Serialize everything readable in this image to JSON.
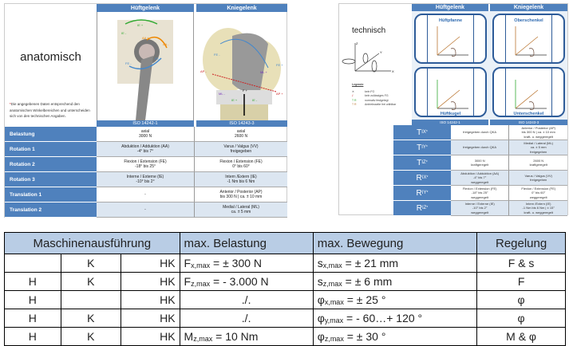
{
  "anatomic": {
    "title": "anatomisch",
    "note_star": "*",
    "note": "Die angegebenen Daten entsprechend den anatomischen Winkelbereichen und unterscheiden sich von den technischen Angaben.",
    "headers": [
      "Hüftgelenk",
      "Kniegelenk"
    ],
    "iso": [
      "ISO 14242-1",
      "ISO 14243-3"
    ],
    "hip_labels": [
      "IE +",
      "IE -",
      "AA +",
      "AA -",
      "FE +",
      "FE -"
    ],
    "knee_labels": [
      "FE -",
      "FE +",
      "AP -",
      "AP +",
      "ML +",
      "ML -",
      "F +",
      "IE +",
      "IE -"
    ],
    "rows": [
      {
        "label": "Belastung",
        "hip": [
          "axial",
          "3000 N"
        ],
        "knee": [
          "axial",
          "2600 N"
        ]
      },
      {
        "label": "Rotation 1",
        "hip": [
          "Abduktion / Adduktion (AA)",
          "-4° bis 7°"
        ],
        "knee": [
          "Varus / Valgus (VV)",
          "freigegeben"
        ]
      },
      {
        "label": "Rotation 2",
        "hip": [
          "Flexion / Extension (FE)",
          "-18° bis 25°"
        ],
        "knee": [
          "Flexion / Extension (FE)",
          "0° bis 60°"
        ]
      },
      {
        "label": "Rotation 3",
        "hip": [
          "Interne / Externe (IE)",
          "-10° bis 2°"
        ],
        "knee": [
          "Intern /Extern (IE)",
          "-1 Nm bis 6 Nm"
        ]
      },
      {
        "label": "Translation 1",
        "hip": [
          "-"
        ],
        "knee": [
          "Anterior / Posterior (AP)",
          "bis 300 N | ca. ± 10 mm"
        ]
      },
      {
        "label": "Translation 2",
        "hip": [
          "-"
        ],
        "knee": [
          "Medial / Lateral (ML)",
          "ca. ± 5 mm"
        ]
      }
    ]
  },
  "technical": {
    "title": "technisch",
    "axes": [
      "Z",
      "Y",
      "X"
    ],
    "legend_title": "Legende",
    "legend": [
      "kein FG",
      "kein zulässiges FG",
      "normativ festgelegt",
      "Antriebsseite frei wählbar"
    ],
    "headers": [
      "Hüftgelenk",
      "Kniegelenk"
    ],
    "diagrams": [
      "Hüftpfanne",
      "Hüftkugel",
      "Oberschenkel",
      "Unterschenkel"
    ],
    "iso": [
      "ISO 14242-1",
      "ISO 14243-3"
    ],
    "rows": [
      {
        "label": "T",
        "sub": "IX",
        "hip": [
          "freigegeben durch QKA"
        ],
        "knee": [
          "Anterior / Posterior (AP)",
          "bis 300 N | ca. ± 10 mm",
          "kraft- u. weggeregelt"
        ]
      },
      {
        "label": "T",
        "sub": "IY",
        "hip": [
          "freigegeben durch QKA"
        ],
        "knee": [
          "Medial / Lateral (ML)",
          "ca. ± 5 mm",
          "freigegeben"
        ]
      },
      {
        "label": "T",
        "sub": "IZ",
        "hip": [
          "3000 N",
          "kraftgeregelt"
        ],
        "knee": [
          "2600 N",
          "kraftgeregelt"
        ]
      },
      {
        "label": "R",
        "sub": "IX",
        "hip": [
          "Abduktion / Adduktion (AA)",
          "-4° bis 7°",
          "weggeregelt"
        ],
        "knee": [
          "Varus / Valgus (VV)",
          "freigegeben"
        ]
      },
      {
        "label": "R",
        "sub": "IY",
        "hip": [
          "Flexion / Extension (FE)",
          "-18° bis 25°",
          "weggeregelt"
        ],
        "knee": [
          "Flexion / Extension (FE)",
          "0° bis 60°",
          "weggeregelt"
        ]
      },
      {
        "label": "R",
        "sub": "IZ",
        "hip": [
          "Interne / Externe (IE)",
          "-10° bis 2°",
          "weggeregelt"
        ],
        "knee": [
          "Intern /Extern (IE)",
          "-1 Nm bis 6 Nm | ± 15°",
          "kraft- u. weggeregelt"
        ]
      }
    ]
  },
  "machine": {
    "headers": [
      "Maschinenausführung",
      "max. Belastung",
      "max. Bewegung",
      "Regelung"
    ],
    "rows": [
      {
        "h": "",
        "k": "K",
        "hk": "HK",
        "load": "F",
        "load_sub": "x,max",
        "load_val": " = ± 300 N",
        "move": "s",
        "move_sub": "x,max",
        "move_val": " = ± 21 mm",
        "ctrl": "F & s"
      },
      {
        "h": "H",
        "k": "K",
        "hk": "HK",
        "load": "F",
        "load_sub": "z,max",
        "load_val": " = - 3.000 N",
        "move": "s",
        "move_sub": "z,max",
        "move_val": " = ± 6 mm",
        "ctrl": "F"
      },
      {
        "h": "H",
        "k": "",
        "hk": "HK",
        "load": "./.",
        "load_sub": "",
        "load_val": "",
        "move": "φ",
        "move_sub": "x,max",
        "move_val": " = ± 25 °",
        "ctrl": "φ"
      },
      {
        "h": "H",
        "k": "K",
        "hk": "HK",
        "load": "./.",
        "load_sub": "",
        "load_val": "",
        "move": "φ",
        "move_sub": "y,max",
        "move_val": " = - 60…+ 120 °",
        "ctrl": "φ"
      },
      {
        "h": "H",
        "k": "K",
        "hk": "HK",
        "load": "M",
        "load_sub": "z,max",
        "load_val": " = 10 Nm",
        "move": "φ",
        "move_sub": "z,max",
        "move_val": " = ± 30 °",
        "ctrl": "M & φ"
      }
    ]
  }
}
